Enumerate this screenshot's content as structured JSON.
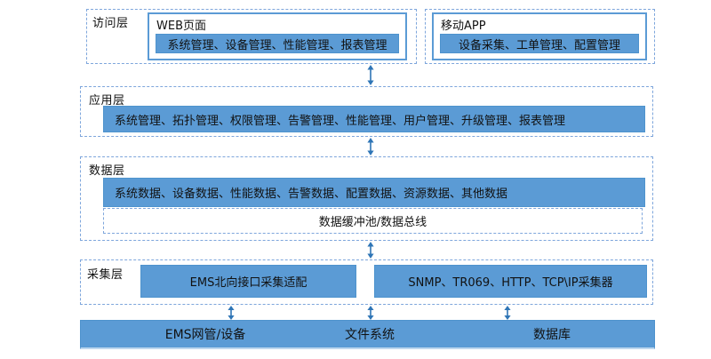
{
  "colors": {
    "bar_fill": "#5b9bd5",
    "bar_border": "#4e93cd",
    "box_border": "#5b9bd5",
    "box_bg": "#ffffff",
    "dashed_border": "#7ea6dc",
    "arrow": "#2e75b6",
    "bar_bottom_edge": "#bdd7ee",
    "text": "#111111"
  },
  "layers": {
    "access": {
      "label": "访问层",
      "web": {
        "title": "WEB页面",
        "items": "系统管理、设备管理、性能管理、报表管理"
      },
      "mobile": {
        "title": "移动APP",
        "items": "设备采集、工单管理、配置管理"
      }
    },
    "application": {
      "label": "应用层",
      "items": "系统管理、拓扑管理、权限管理、告警管理、性能管理、用户管理、升级管理、报表管理"
    },
    "data": {
      "label": "数据层",
      "items": "系统数据、设备数据、性能数据、告警数据、配置数据、资源数据、其他数据",
      "bus": "数据缓冲池/数据总线"
    },
    "collection": {
      "label": "采集层",
      "adapter": "EMS北向接口采集适配",
      "collectors": "SNMP、TR069、HTTP、TCP\\IP采集器"
    },
    "sources": {
      "items": [
        "EMS网管/设备",
        "文件系统",
        "数据库"
      ]
    }
  }
}
